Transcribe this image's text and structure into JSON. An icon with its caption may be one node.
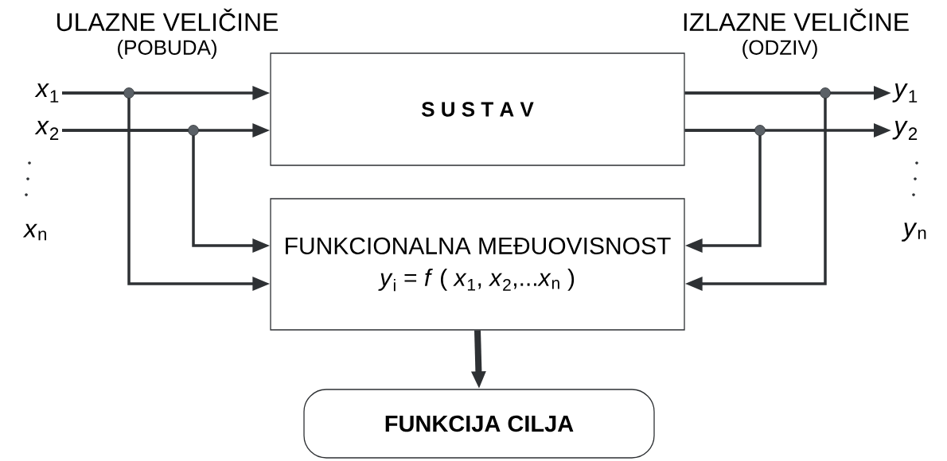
{
  "diagram": {
    "nodes": [
      {
        "text": [
          "S U S T A V"
        ]
      },
      {
        "text": [
          "FUNKCIONALNA MEĐUOVISNOST",
          "*y*$_{i}$ = *f* ( *x*$_{1}$, *x*$_{2}$,...*x*$_{n}$ )"
        ]
      },
      {
        "text": [
          "FUNKCIJA CILJA"
        ]
      },
      {
        "text": [
          "*x*$_{1}$"
        ]
      },
      {
        "text": [
          "*x*$_{2}$"
        ]
      },
      {
        "text": [
          "*y*$_{1}$"
        ]
      },
      {
        "text": [
          "*y*$_{2}$"
        ]
      }
    ],
    "edges": [
      {
        "from": 3,
        "to": 0,
        "arrow": "to"
      },
      {
        "from": 4,
        "to": 0,
        "arrow": "to"
      },
      {
        "from": 3,
        "to": 1,
        "arrow": "to"
      },
      {
        "from": 4,
        "to": 1,
        "arrow": "to"
      },
      {
        "from": 0,
        "to": 5,
        "arrow": "to"
      },
      {
        "from": 0,
        "to": 6,
        "arrow": "to"
      },
      {
        "from": 0,
        "to": 1,
        "arrow": "to"
      },
      {
        "from": 0,
        "to": 1,
        "arrow": "to"
      },
      {
        "from": 1,
        "to": 2,
        "arrow": "to",
        "style": "thick"
      }
    ],
    "labels": [
      "ULAZNE VELIČINE",
      "(POBUDA)",
      "IZLAZNE VELIČINE",
      "(ODZIV)",
      "*x*$_{n}$",
      "*y*$_{n}$"
    ]
  }
}
